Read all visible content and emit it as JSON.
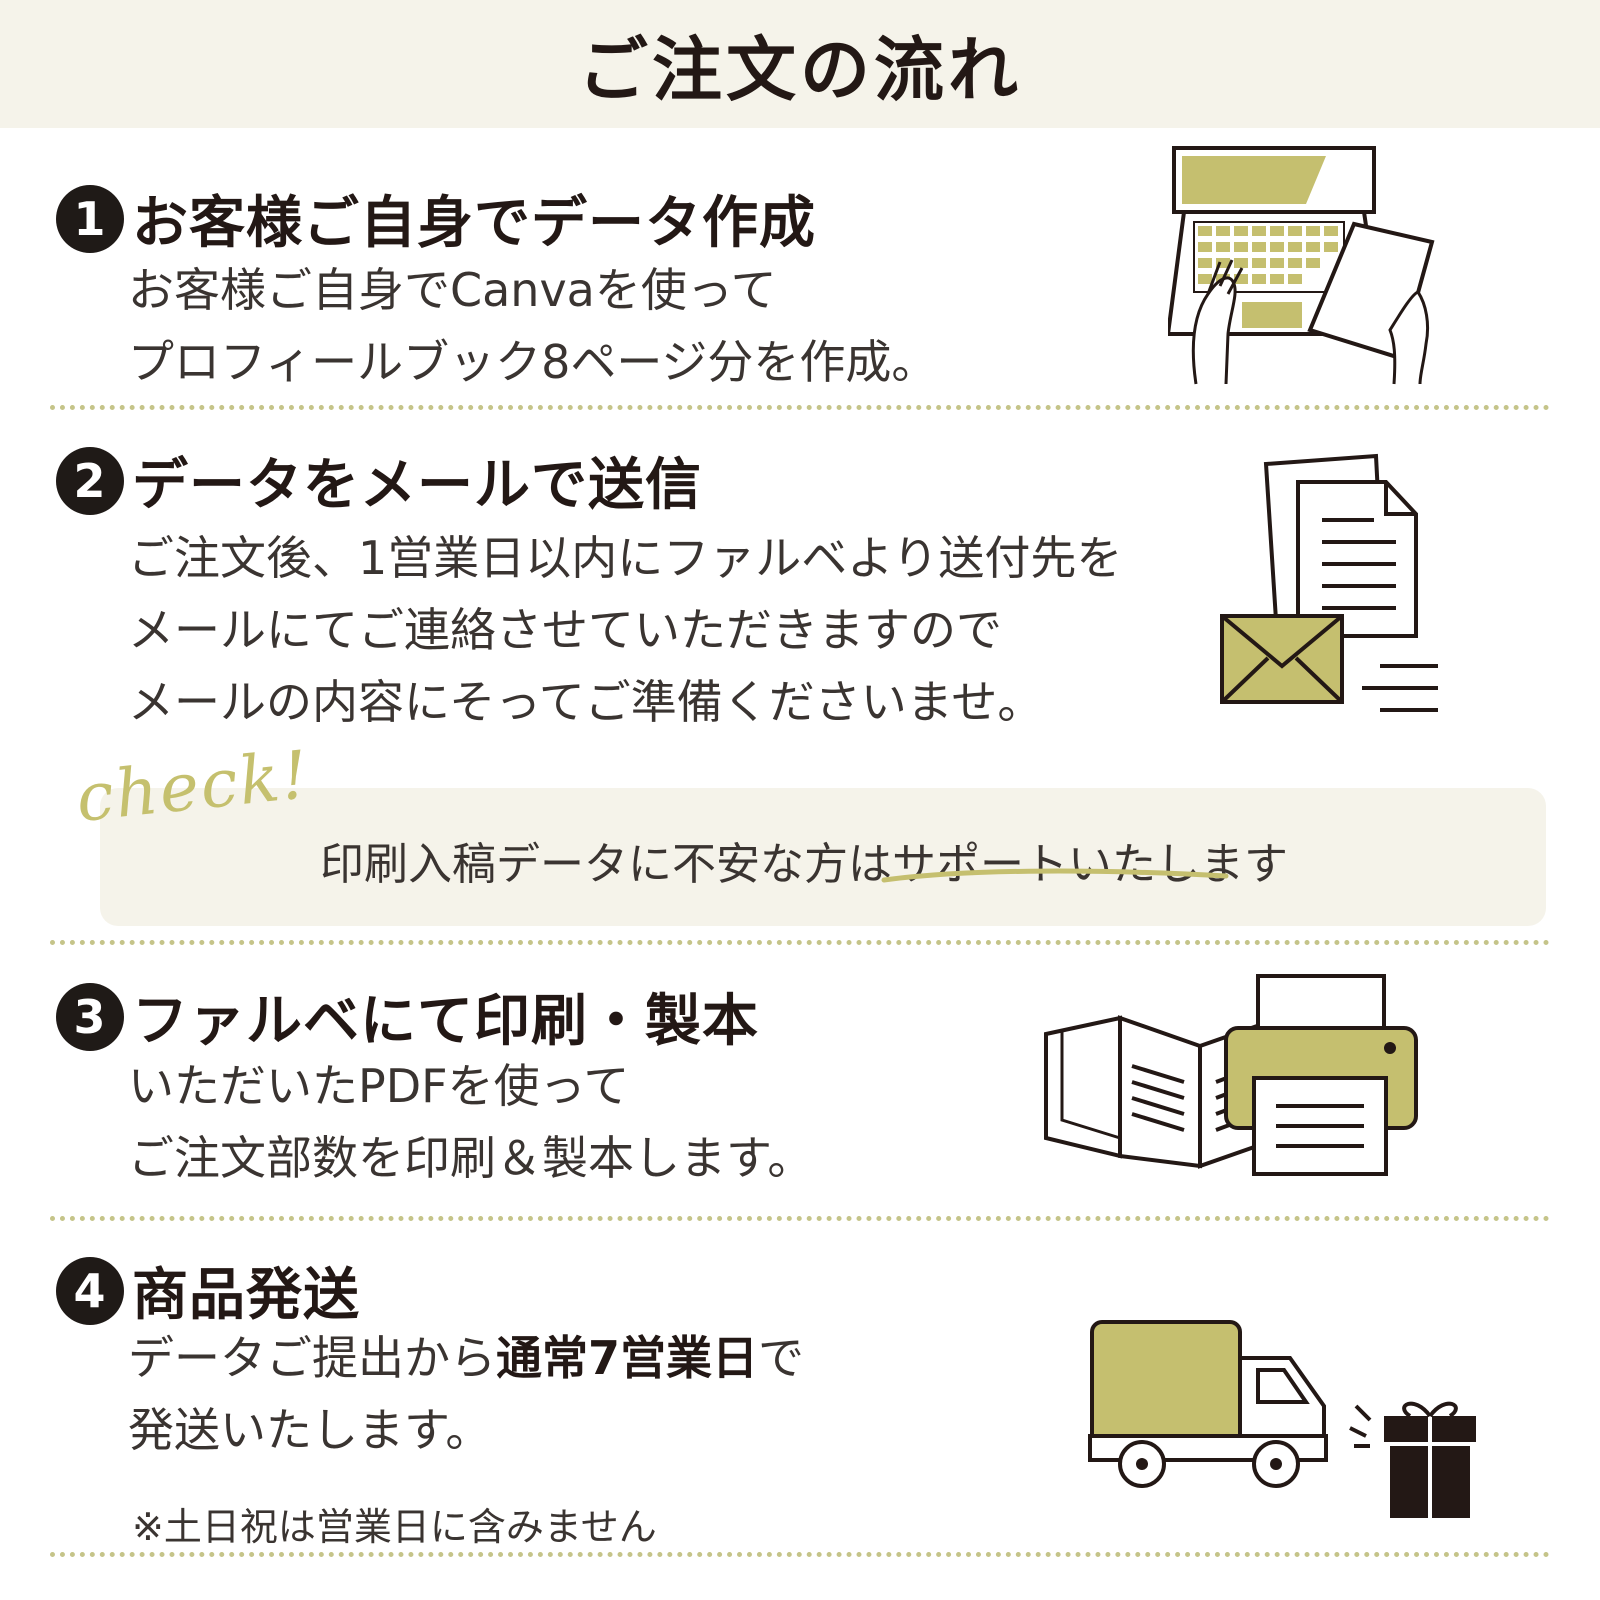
{
  "header": {
    "title": "ご注文の流れ"
  },
  "steps": [
    {
      "number": "1",
      "title": "お客様ご自身でデータ作成",
      "lines": [
        "お客様ご自身でCanvaを使って",
        "プロフィールブック8ページ分を作成。"
      ]
    },
    {
      "number": "2",
      "title": "データをメールで送信",
      "lines": [
        "ご注文後、1営業日以内にファルベより送付先を",
        "メールにてご連絡させていただきますので",
        "メールの内容にそってご準備くださいませ。"
      ]
    },
    {
      "number": "3",
      "title": "ファルベにて印刷・製本",
      "lines": [
        "いただいたPDFを使って",
        "ご注文部数を印刷＆製本します。"
      ]
    },
    {
      "number": "4",
      "title": "商品発送",
      "line1_pre": "データご提出から",
      "line1_bold": "通常7営業日",
      "line1_post": "で",
      "line2": "発送いたします。",
      "note": "※土日祝は営業日に含みません"
    }
  ],
  "check": {
    "label": "check!",
    "text": "印刷入稿データに不安な方はサポートいたします"
  },
  "icons": {
    "step1": "laptop-with-document-icon",
    "step2": "documents-and-envelope-icon",
    "step3": "book-and-printer-icon",
    "step4": "delivery-truck-and-gift-icon"
  },
  "colors": {
    "accent": "#c5bf6f",
    "header_bg": "#f5f3ea",
    "text": "#231815",
    "divider": "#c5c489"
  }
}
